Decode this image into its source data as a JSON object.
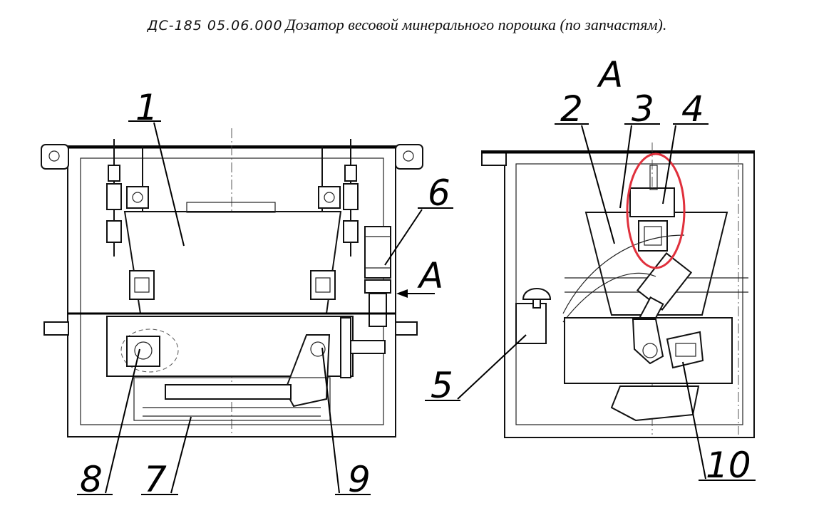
{
  "title": {
    "code": "ДС-185  05.06.000",
    "name": "Дозатор весовой минерального порошка  (по запчастям)."
  },
  "callouts": {
    "c1": "1",
    "c2": "2",
    "c3": "3",
    "c4": "4",
    "c5": "5",
    "c6": "6",
    "c7": "7",
    "c8": "8",
    "c9": "9",
    "c10": "10"
  },
  "view_marker": {
    "arrow_label": "А",
    "view_label": "А"
  },
  "highlight_color": "#e0303c"
}
